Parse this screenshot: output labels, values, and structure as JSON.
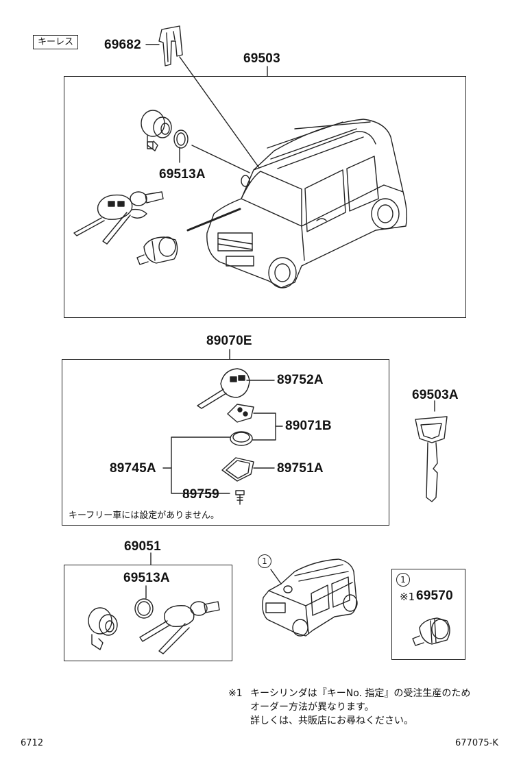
{
  "tag_keyless": "キーレス",
  "parts": {
    "p69682": "69682",
    "p69503": "69503",
    "p69513A_top": "69513A",
    "p89070E": "89070E",
    "p89752A": "89752A",
    "p89071B": "89071B",
    "p89745A": "89745A",
    "p89751A": "89751A",
    "p89759": "89759",
    "p69503A": "69503A",
    "p69051": "69051",
    "p69513A_bottom": "69513A",
    "p69570": "69570",
    "p69570_mark": "※1"
  },
  "notes": {
    "keyfree": "キーフリー車には設定がありません。",
    "footnote_mark": "※1",
    "footnote_line1": "キーシリンダは『キーNo. 指定』の受注生産のため",
    "footnote_line2": "オーダー方法が異なります。",
    "footnote_line3": "詳しくは、共販店にお尋ねください。"
  },
  "callout": "1",
  "footer": {
    "left": "6712",
    "right": "677075-K"
  }
}
